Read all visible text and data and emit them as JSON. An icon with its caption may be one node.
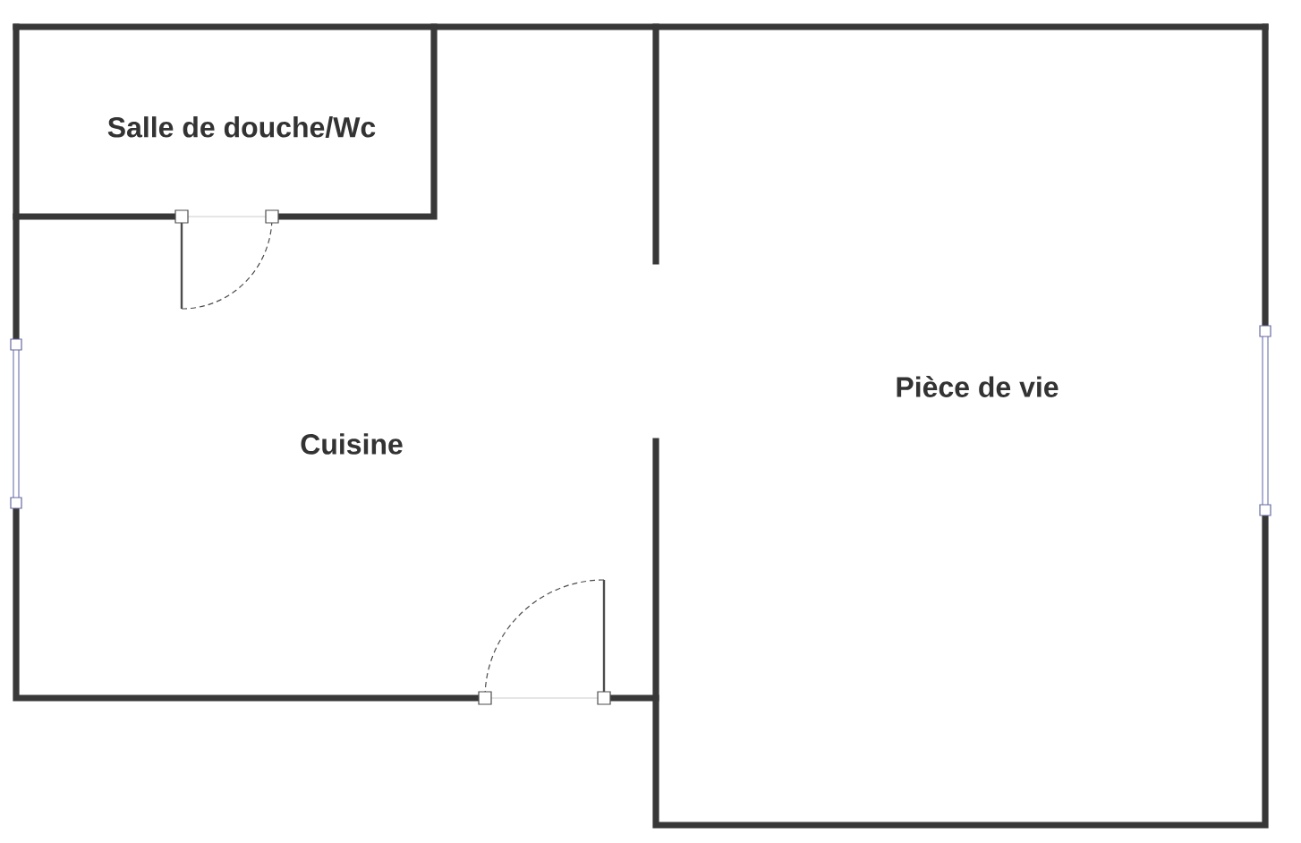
{
  "diagram": {
    "nodes": [
      {
        "text": [
          "Salle de douche/Wc"
        ]
      },
      {
        "text": [
          "Cuisine"
        ]
      },
      {
        "text": [
          "Pièce de vie"
        ]
      }
    ]
  }
}
